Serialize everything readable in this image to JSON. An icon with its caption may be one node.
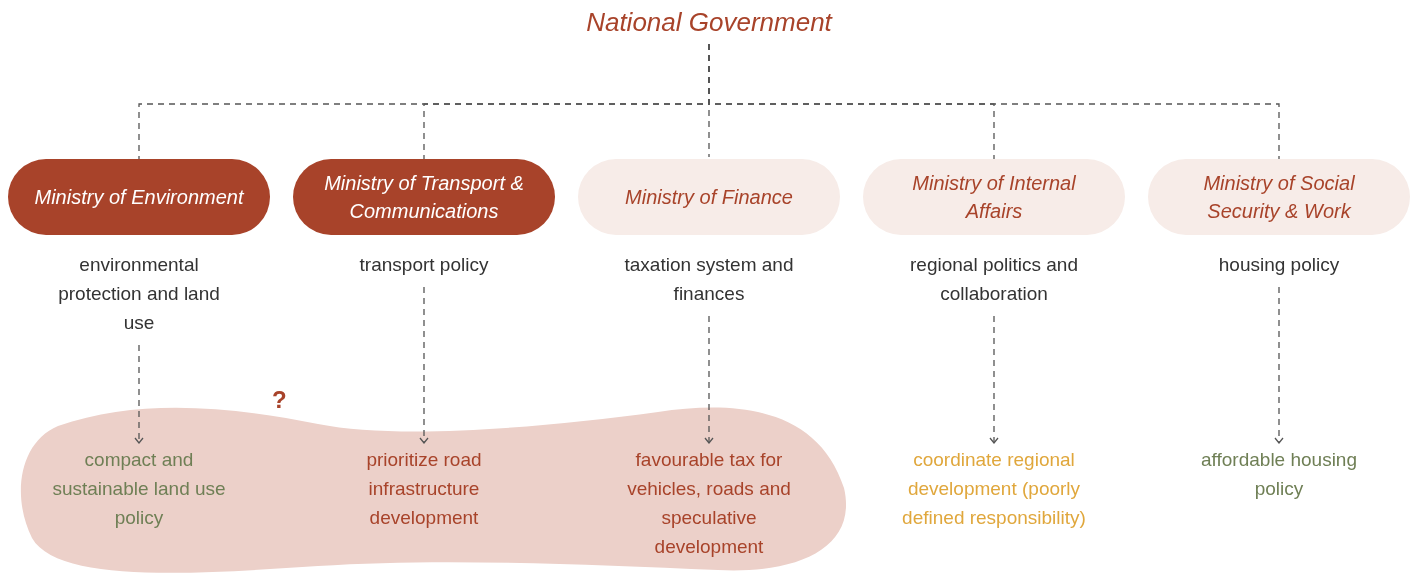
{
  "diagram": {
    "nodes": [
      {
        "text": [
          "National Government"
        ]
      },
      {
        "text": [
          "Ministry of Environment"
        ]
      },
      {
        "text": [
          "Ministry of Transport & Communications"
        ]
      },
      {
        "text": [
          "Ministry of Finance"
        ]
      },
      {
        "text": [
          "Ministry of Internal Affairs"
        ]
      },
      {
        "text": [
          "Ministry of Social Security & Work"
        ]
      },
      {
        "text": [
          "environmental protection and land use"
        ]
      },
      {
        "text": [
          "transport policy"
        ]
      },
      {
        "text": [
          "taxation system and finances"
        ]
      },
      {
        "text": [
          "regional politics and collaboration"
        ]
      },
      {
        "text": [
          "housing policy"
        ]
      },
      {
        "text": [],
        "shape": "cloud"
      },
      {
        "text": [
          "compact and sustainable land use policy"
        ],
        "in": 11
      },
      {
        "text": [
          "prioritize road infrastructure development"
        ],
        "in": 11
      },
      {
        "text": [
          "favourable tax for vehicles, roads and speculative development"
        ],
        "in": 11
      },
      {
        "text": [
          "coordinate regional development (poorly defined responsibility)"
        ]
      },
      {
        "text": [
          "affordable housing policy"
        ]
      }
    ],
    "edges": [
      {
        "from": 0,
        "to": 1,
        "arrow": "none",
        "style": "dashed"
      },
      {
        "from": 0,
        "to": 2,
        "arrow": "none",
        "style": "dashed"
      },
      {
        "from": 0,
        "to": 3,
        "arrow": "none",
        "style": "dashed"
      },
      {
        "from": 0,
        "to": 4,
        "arrow": "none",
        "style": "dashed"
      },
      {
        "from": 0,
        "to": 5,
        "arrow": "none",
        "style": "dashed"
      },
      {
        "from": 6,
        "to": 12,
        "arrow": "to",
        "style": "dashed"
      },
      {
        "from": 7,
        "to": 13,
        "arrow": "to",
        "style": "dashed"
      },
      {
        "from": 8,
        "to": 14,
        "arrow": "to",
        "style": "dashed"
      },
      {
        "from": 9,
        "to": 15,
        "arrow": "to",
        "style": "dashed"
      },
      {
        "from": 10,
        "to": 16,
        "arrow": "to",
        "style": "dashed"
      }
    ],
    "labels": [
      "?"
    ]
  }
}
